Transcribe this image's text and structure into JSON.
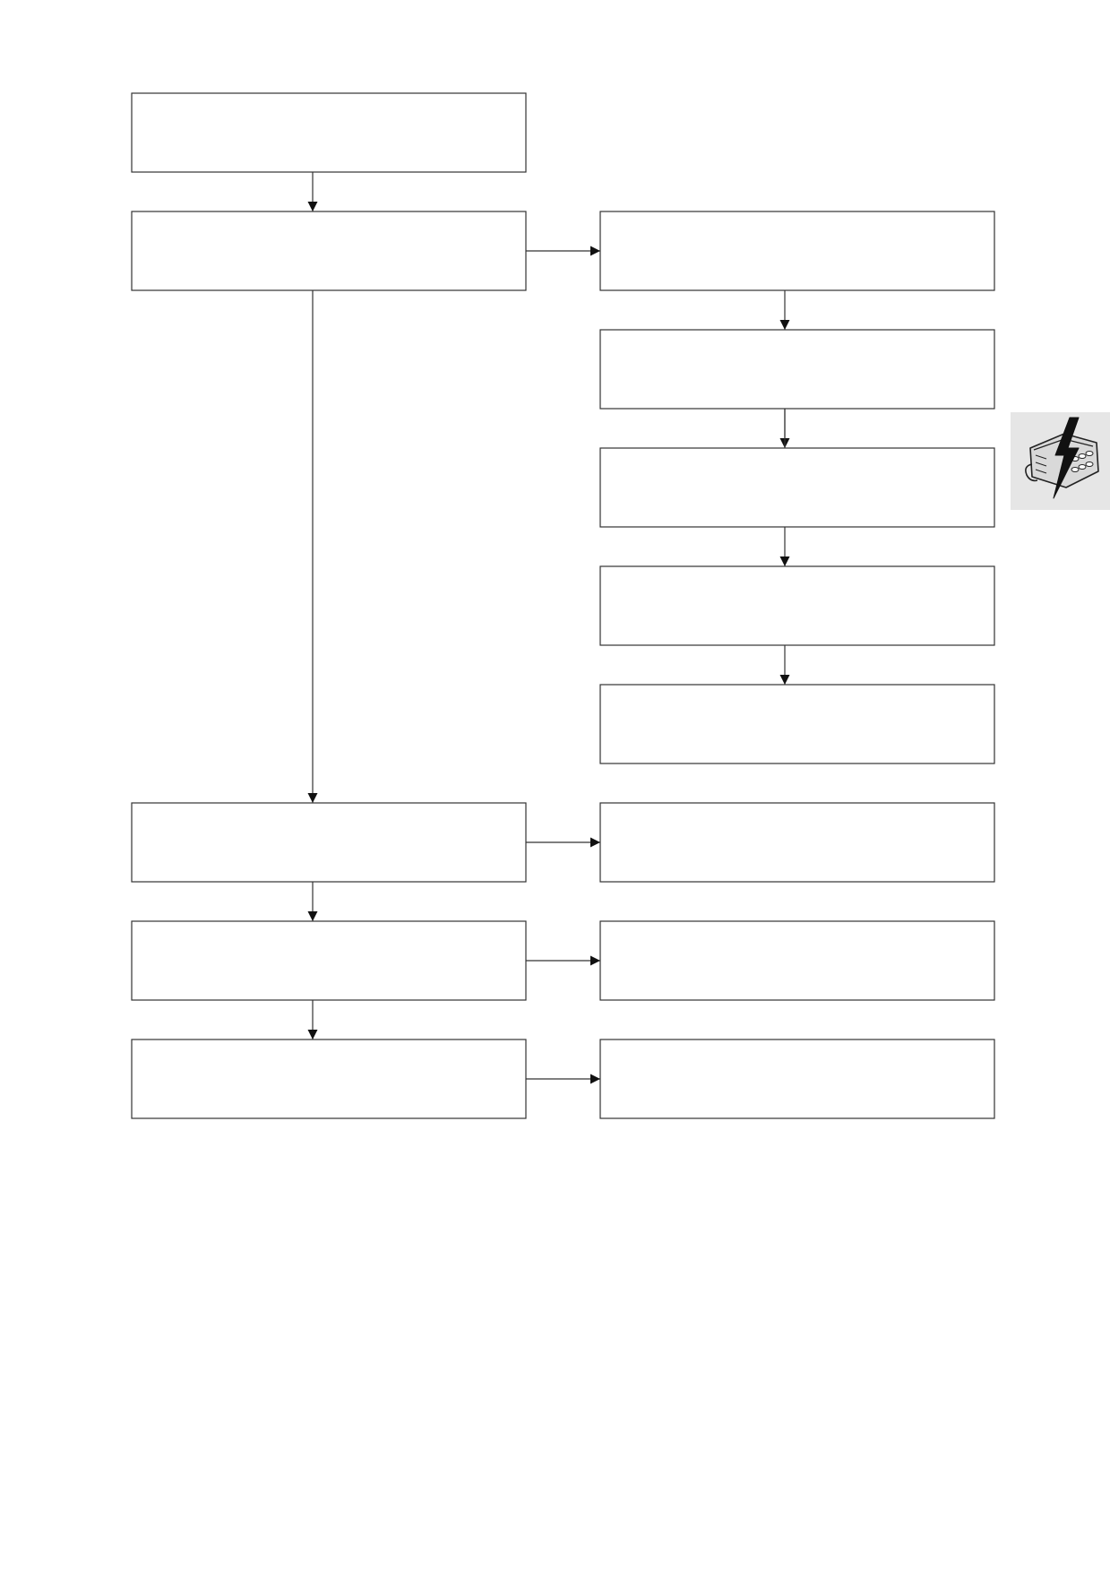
{
  "page": {
    "background": "#ffffff",
    "line_color": "#333333",
    "tab_color": "#e6e6e6"
  },
  "side_tab": {
    "icon": "electrical-connector-lightning-icon"
  },
  "flowchart": {
    "nodes": [
      {
        "id": "n1",
        "label": ""
      },
      {
        "id": "n2",
        "label": ""
      },
      {
        "id": "n3",
        "label": ""
      },
      {
        "id": "n4",
        "label": ""
      },
      {
        "id": "n5",
        "label": ""
      },
      {
        "id": "n6",
        "label": ""
      },
      {
        "id": "n7",
        "label": ""
      },
      {
        "id": "n8",
        "label": ""
      },
      {
        "id": "n9",
        "label": ""
      },
      {
        "id": "n10",
        "label": ""
      },
      {
        "id": "n11",
        "label": ""
      },
      {
        "id": "n12",
        "label": ""
      },
      {
        "id": "n13",
        "label": ""
      }
    ],
    "edges": [
      {
        "from": "n1",
        "to": "n2"
      },
      {
        "from": "n2",
        "to": "n3"
      },
      {
        "from": "n2",
        "to": "n8"
      },
      {
        "from": "n3",
        "to": "n4"
      },
      {
        "from": "n4",
        "to": "n5"
      },
      {
        "from": "n4",
        "to": "n6"
      },
      {
        "from": "n6",
        "to": "n7"
      },
      {
        "from": "n8",
        "to": "n9"
      },
      {
        "from": "n8",
        "to": "n10"
      },
      {
        "from": "n10",
        "to": "n11"
      },
      {
        "from": "n10",
        "to": "n12"
      },
      {
        "from": "n12",
        "to": "n13"
      }
    ]
  }
}
